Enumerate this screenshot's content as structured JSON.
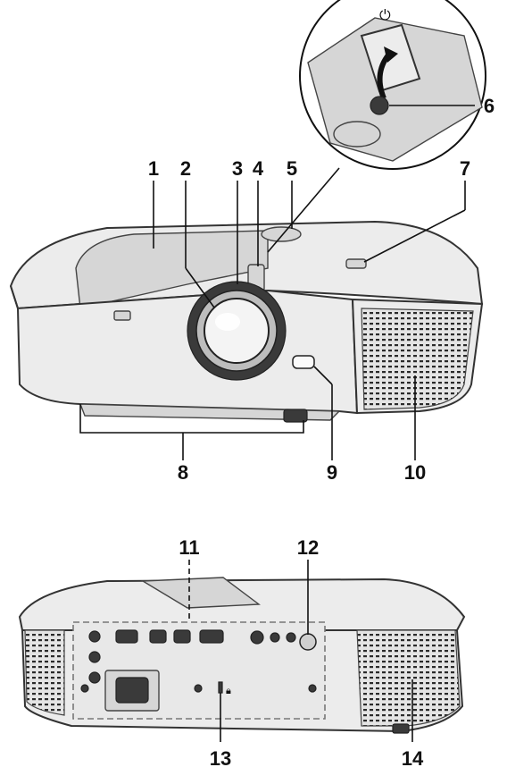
{
  "callouts": {
    "c1": "1",
    "c2": "2",
    "c3": "3",
    "c4": "4",
    "c5": "5",
    "c6": "6",
    "c7": "7",
    "c8": "8",
    "c9": "9",
    "c10": "10",
    "c11": "11",
    "c12": "12",
    "c13": "13",
    "c14": "14"
  },
  "icons": [
    "power-indicator-icon",
    "kensington-lock-icon"
  ]
}
